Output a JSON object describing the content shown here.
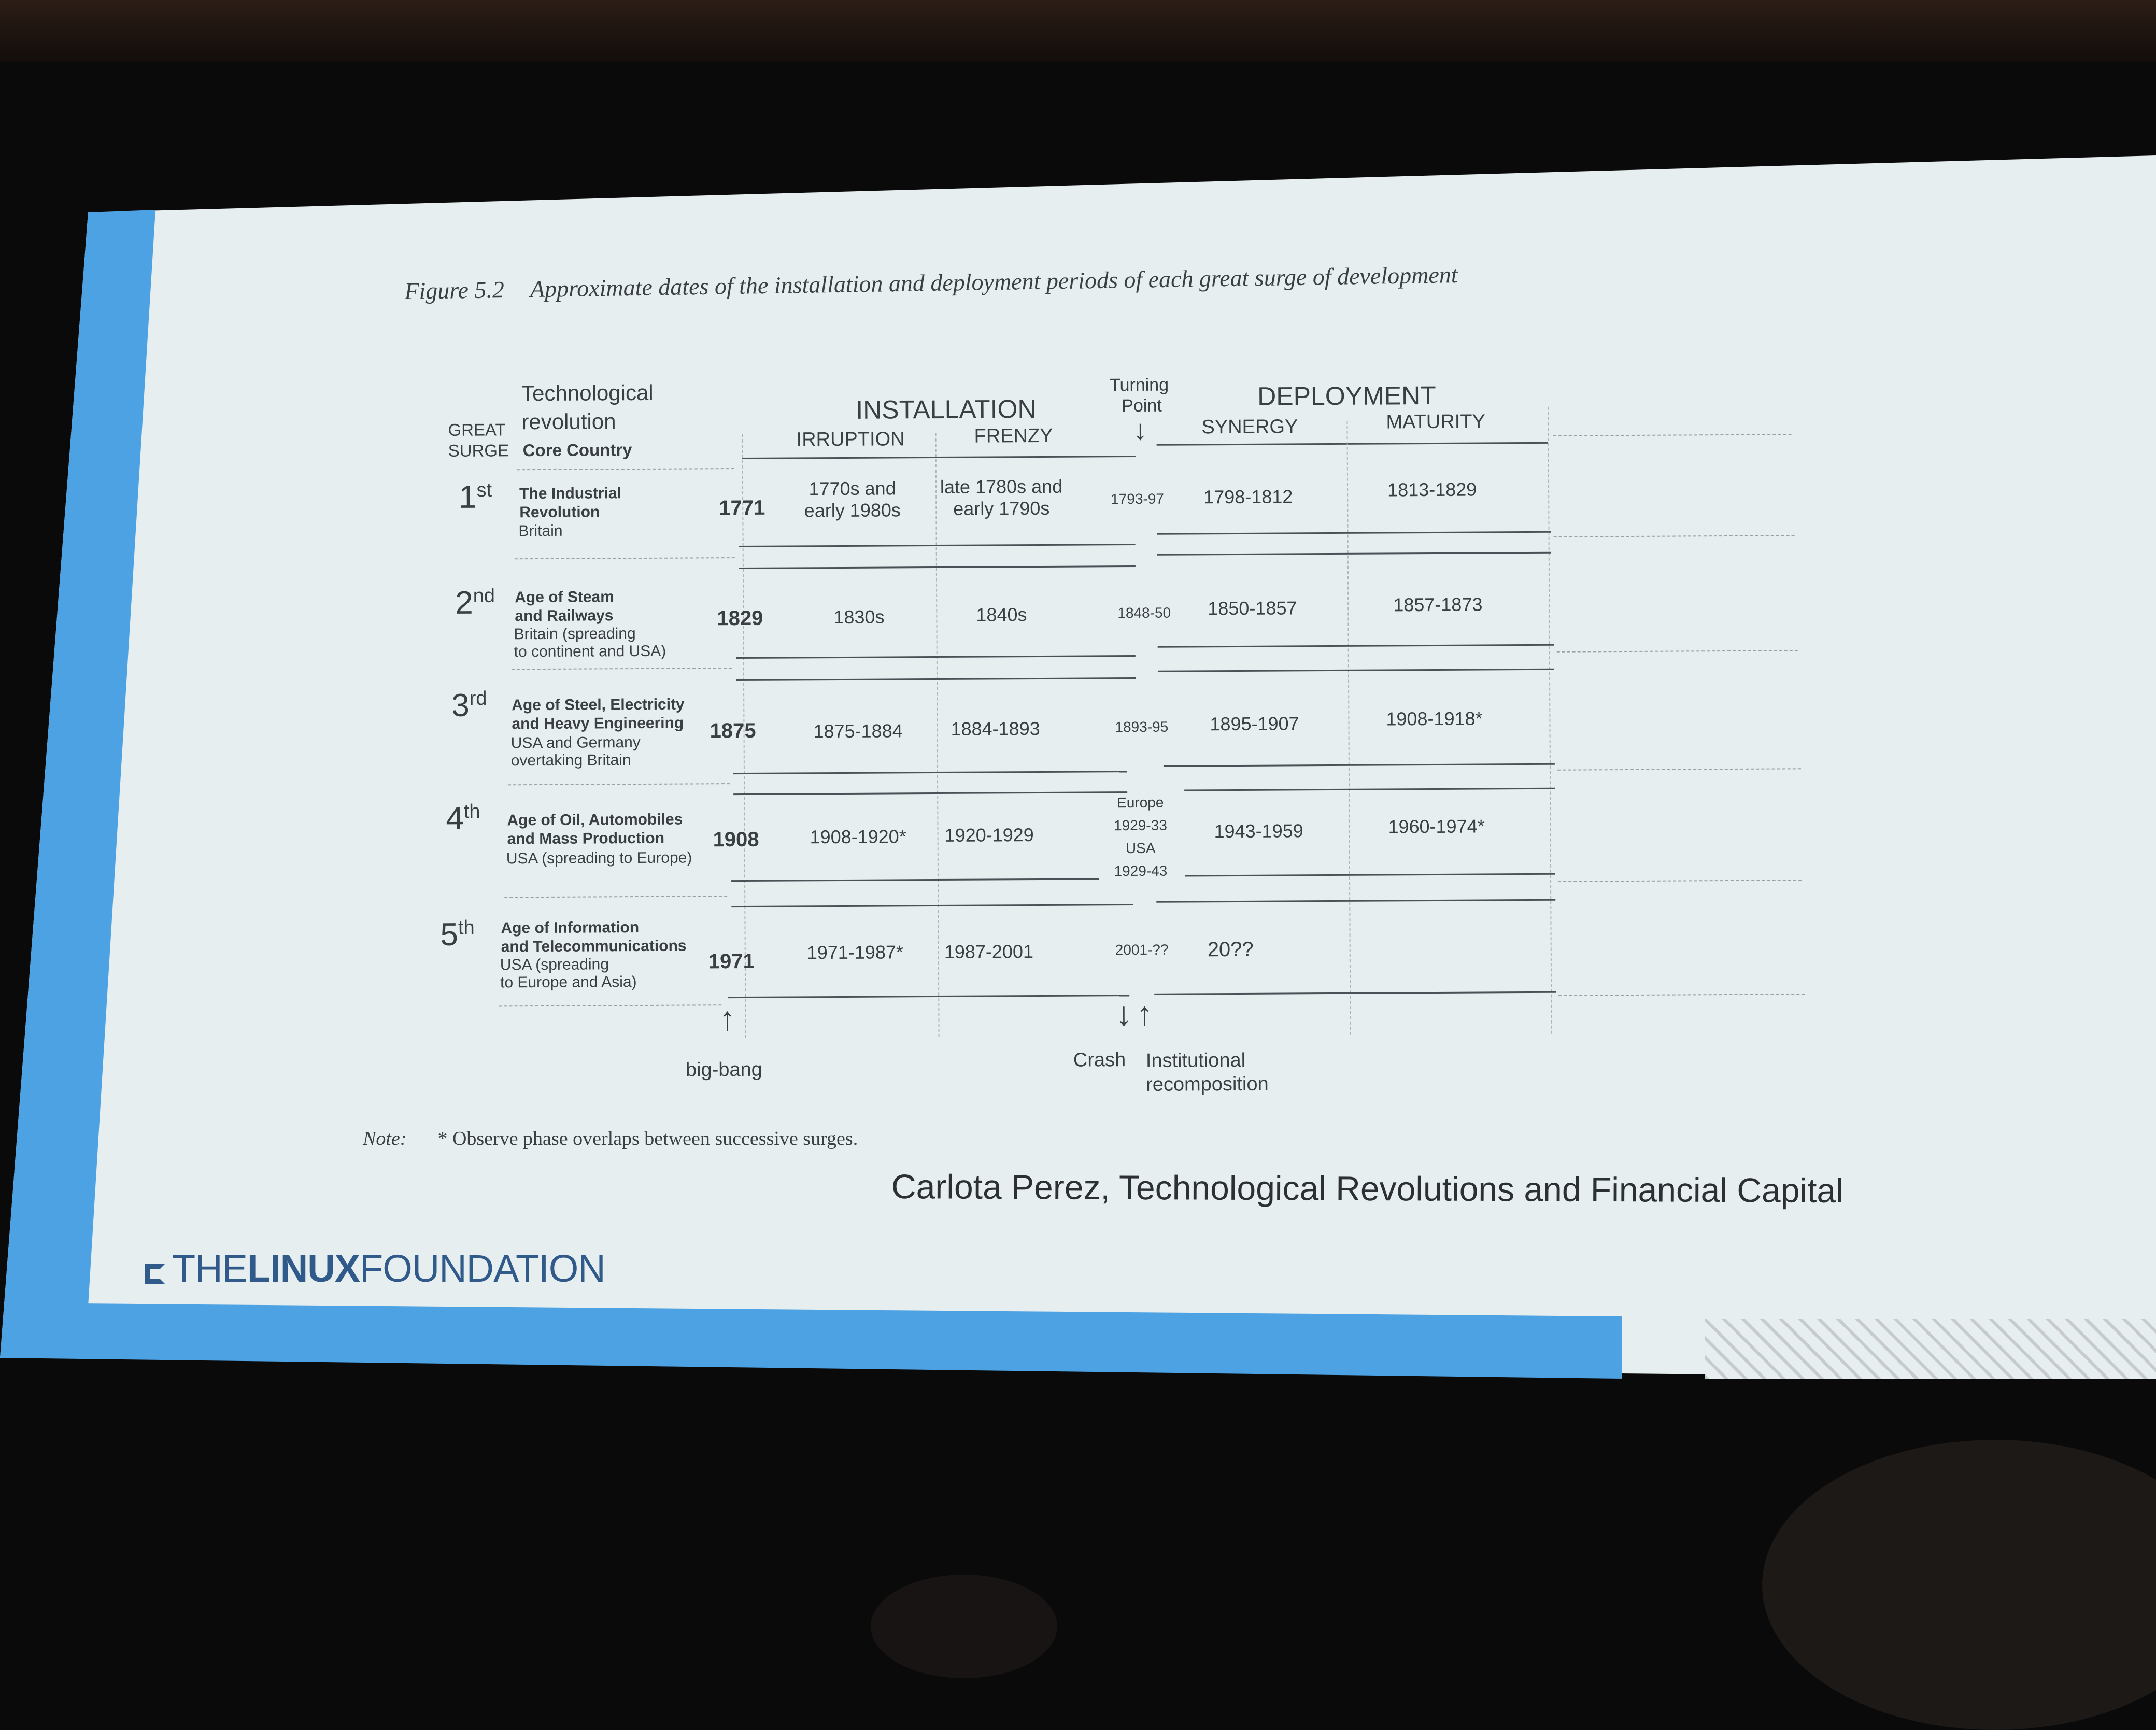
{
  "figure": {
    "number": "Figure 5.2",
    "title": "Approximate dates of the installation and deployment periods  of each great surge of development"
  },
  "headers": {
    "great_surge_1": "GREAT",
    "great_surge_2": "SURGE",
    "tech_rev_1": "Technological",
    "tech_rev_2": "revolution",
    "core_country": "Core Country",
    "installation": "INSTALLATION",
    "irruption": "IRRUPTION",
    "frenzy": "FRENZY",
    "turning_point_1": "Turning",
    "turning_point_2": "Point",
    "deployment": "DEPLOYMENT",
    "synergy": "SYNERGY",
    "maturity": "MATURITY"
  },
  "surges": [
    {
      "ord": "1",
      "suffix": "st",
      "name1": "The Industrial",
      "name2": "Revolution",
      "country1": "Britain",
      "country2": "",
      "year": "1771",
      "irruption1": "1770s and",
      "irruption2": "early 1980s",
      "frenzy1": "late 1780s and",
      "frenzy2": "early 1790s",
      "tp": "1793-97",
      "synergy": "1798-1812",
      "maturity": "1813-1829"
    },
    {
      "ord": "2",
      "suffix": "nd",
      "name1": "Age of Steam",
      "name2": "and Railways",
      "country1": "Britain (spreading",
      "country2": "to continent and USA)",
      "year": "1829",
      "irruption1": "1830s",
      "irruption2": "",
      "frenzy1": "1840s",
      "frenzy2": "",
      "tp": "1848-50",
      "synergy": "1850-1857",
      "maturity": "1857-1873"
    },
    {
      "ord": "3",
      "suffix": "rd",
      "name1": "Age of Steel, Electricity",
      "name2": "and Heavy Engineering",
      "country1": "USA and Germany",
      "country2": "overtaking Britain",
      "year": "1875",
      "irruption1": "1875-1884",
      "irruption2": "",
      "frenzy1": "1884-1893",
      "frenzy2": "",
      "tp": "1893-95",
      "synergy": "1895-1907",
      "maturity": "1908-1918*"
    },
    {
      "ord": "4",
      "suffix": "th",
      "name1": "Age of Oil, Automobiles",
      "name2": "and Mass Production",
      "country1": "USA (spreading to Europe)",
      "country2": "",
      "year": "1908",
      "irruption1": "1908-1920*",
      "irruption2": "",
      "frenzy1": "1920-1929",
      "frenzy2": "",
      "tp": "",
      "synergy": "1943-1959",
      "maturity": "1960-1974*"
    },
    {
      "ord": "5",
      "suffix": "th",
      "name1": "Age of Information",
      "name2": "and Telecommunications",
      "country1": "USA (spreading",
      "country2": "to Europe and Asia)",
      "year": "1971",
      "irruption1": "1971-1987*",
      "irruption2": "",
      "frenzy1": "1987-2001",
      "frenzy2": "",
      "tp": "2001-??",
      "synergy": "20??",
      "maturity": ""
    }
  ],
  "fourth_tp": [
    "Europe",
    "1929-33",
    "USA",
    "1929-43"
  ],
  "annotations": {
    "big_bang": "big-bang",
    "crash": "Crash",
    "inst_recomp_1": "Institutional",
    "inst_recomp_2": "recomposition"
  },
  "note": {
    "label": "Note:",
    "text": "* Observe phase overlaps between successive surges."
  },
  "citation": "Carlota Perez, Technological Revolutions and Financial Capital",
  "logo": {
    "the": "THE",
    "linux": "LINUX",
    "foundation": "FOUNDATION"
  },
  "colors": {
    "screen": "#e7eef0",
    "accent": "#4da2e3",
    "text": "#3a3f44",
    "logo": "#2f5a8a"
  }
}
